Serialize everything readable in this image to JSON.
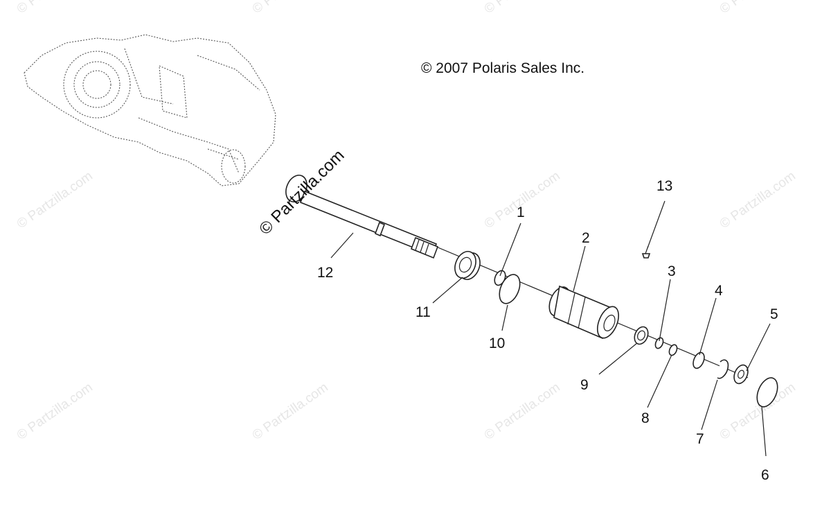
{
  "copyright": "© 2007 Polaris Sales Inc.",
  "overlay_watermark": "© Partzilla.com",
  "background_watermark": "© Partzilla.com",
  "callouts": [
    {
      "id": "1",
      "label": "1"
    },
    {
      "id": "2",
      "label": "2"
    },
    {
      "id": "3",
      "label": "3"
    },
    {
      "id": "4",
      "label": "4"
    },
    {
      "id": "5",
      "label": "5"
    },
    {
      "id": "6",
      "label": "6"
    },
    {
      "id": "7",
      "label": "7"
    },
    {
      "id": "8",
      "label": "8"
    },
    {
      "id": "9",
      "label": "9"
    },
    {
      "id": "10",
      "label": "10"
    },
    {
      "id": "11",
      "label": "11"
    },
    {
      "id": "12",
      "label": "12"
    },
    {
      "id": "13",
      "label": "13"
    }
  ],
  "colors": {
    "line": "#222222",
    "watermark": "#e6e6e6",
    "background": "#ffffff"
  }
}
